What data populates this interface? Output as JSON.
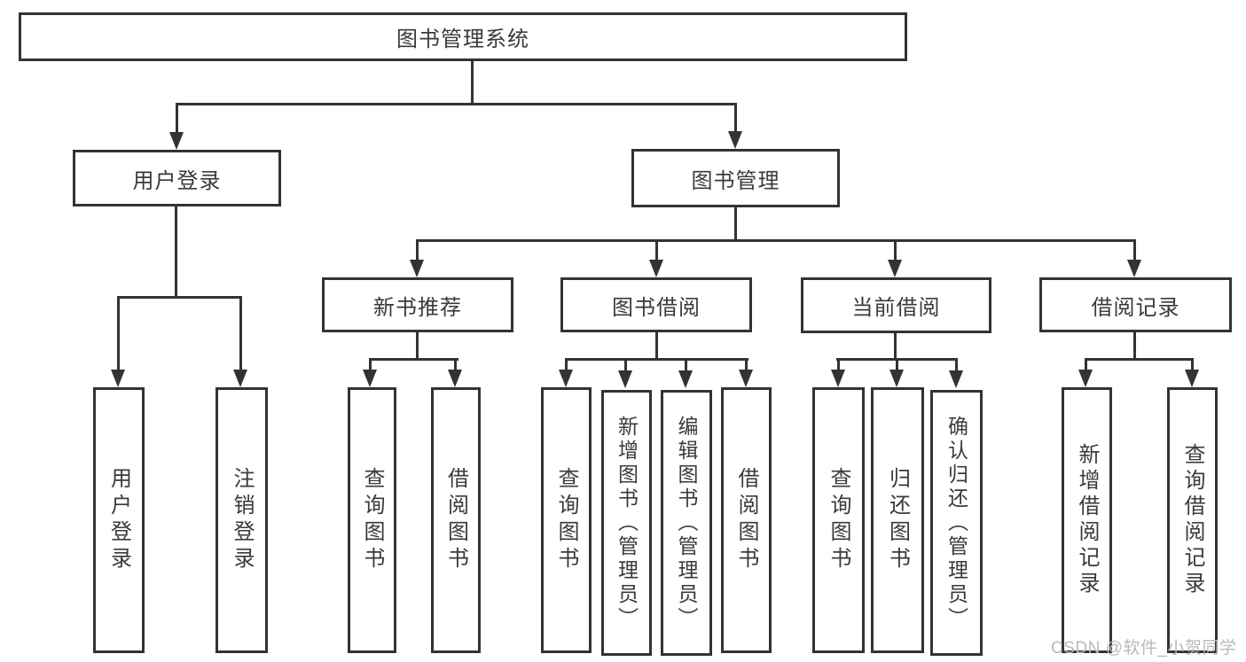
{
  "colors": {
    "line": "#333333",
    "box_border": "#333333",
    "text": "#3a3a3a",
    "background": "#ffffff",
    "watermark": "#b9b9b9"
  },
  "watermark": {
    "text": "CSDN @软件_小贺同学"
  },
  "tree": {
    "root": {
      "label": "图书管理系统",
      "children": [
        {
          "label": "用户登录",
          "children": [
            {
              "label": "用户登录"
            },
            {
              "label": "注销登录"
            }
          ]
        },
        {
          "label": "图书管理",
          "children": [
            {
              "label": "新书推荐",
              "children": [
                {
                  "label": "查询图书"
                },
                {
                  "label": "借阅图书"
                }
              ]
            },
            {
              "label": "图书借阅",
              "children": [
                {
                  "label": "查询图书"
                },
                {
                  "label": "新增图书（管理员）"
                },
                {
                  "label": "编辑图书（管理员）"
                },
                {
                  "label": "借阅图书"
                }
              ]
            },
            {
              "label": "当前借阅",
              "children": [
                {
                  "label": "查询图书"
                },
                {
                  "label": "归还图书"
                },
                {
                  "label": "确认归还（管理员）"
                }
              ]
            },
            {
              "label": "借阅记录",
              "children": [
                {
                  "label": "新增借阅记录"
                },
                {
                  "label": "查询借阅记录"
                }
              ]
            }
          ]
        }
      ]
    }
  }
}
